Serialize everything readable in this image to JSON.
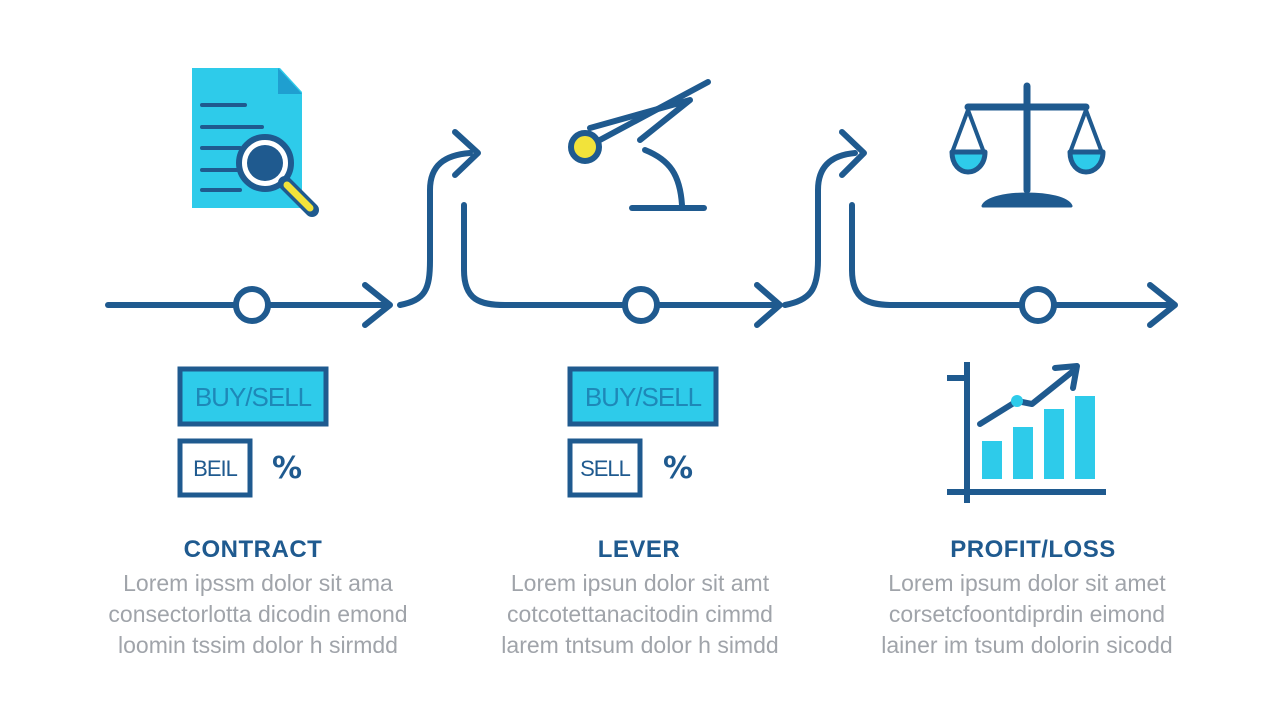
{
  "colors": {
    "primary": "#1f5a8f",
    "accent": "#2ecbea",
    "highlight": "#f2e33a",
    "muted_text": "#a0a4aa"
  },
  "steps": [
    {
      "icon": "document-search-icon",
      "title": "CONTRACT",
      "box_label": "BUY/SELL",
      "small_box_label": "BEIL",
      "percent": "%",
      "desc": [
        "Lorem ipssm dolor sit ama",
        "consectorlotta dicodin emond",
        "loomin tssim dolor h sirmdd"
      ]
    },
    {
      "icon": "lever-icon",
      "title": "LEVER",
      "box_label": "BUY/SELL",
      "small_box_label": "SELL",
      "percent": "%",
      "desc": [
        "Lorem ipsun dolor sit amt",
        "cotcotettanacitodin cimmd",
        "larem tntsum dolor h simdd"
      ]
    },
    {
      "icon": "balance-scale-icon",
      "title": "PROFIT/LOSS",
      "chart_icon": "bar-chart-trend-icon",
      "desc": [
        "Lorem ipsum dolor sit amet",
        "corsetcfoontdiprdin eimond",
        "lainer im tsum dolorin sicodd"
      ]
    }
  ]
}
